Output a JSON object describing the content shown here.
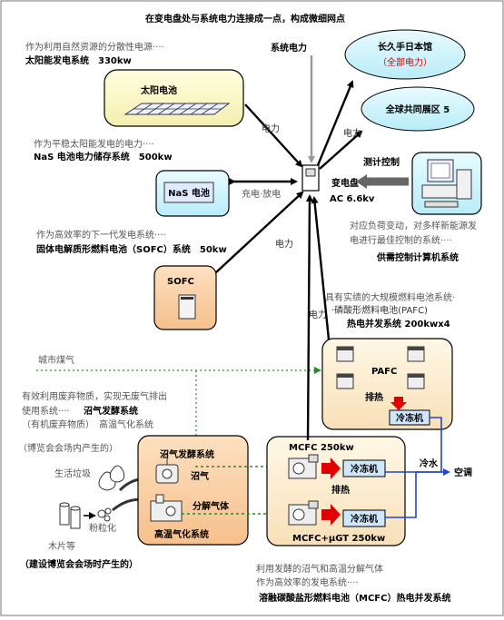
{
  "header": {
    "title": "在变电盘处与系统电力连接成一点，构成微细网点"
  },
  "solar": {
    "desc": "作为利用自然资源的分散性电源····",
    "name": "太阳能发电系统　330kw",
    "box_label": "太阳电池"
  },
  "nas": {
    "desc": "作为平稳太阳能发电的电力····",
    "name": "NaS 电池电力储存系统　500kw",
    "box_label": "NaS 电池",
    "arrow_label": "充电·放电"
  },
  "sofc": {
    "desc": "作为高效率的下一代发电系统····",
    "name": "固体电解质形燃料电池（SOFC）系统　50kw",
    "box_label": "SOFC"
  },
  "grid": {
    "label": "系统电力"
  },
  "power_labels": {
    "solar": "电力",
    "sofc": "电力",
    "pafc": "电力",
    "globe": "电力"
  },
  "substation": {
    "label": "变电盘",
    "voltage": "AC 6.6kv"
  },
  "nagakute": {
    "name": "长久手日本馆",
    "sub": "（全部电力）"
  },
  "globe": {
    "name": "全球共同展区 5"
  },
  "control": {
    "arrow_label": "测计控制",
    "desc_line1": "对应负荷变动，对多样新能源发",
    "desc_line2": "电进行最佳控制的系统····",
    "name": "供需控制计算机系统"
  },
  "pafc": {
    "desc_line1": "具有实绩的大规模燃料电池系统·",
    "desc_line2": "·磷酸形燃料电池(PAFC)",
    "desc_line3": "热电并发系统 200kwx4",
    "box_label": "PAFC",
    "heat": "排热",
    "chiller": "冷冻机"
  },
  "city_gas": {
    "label": "城市煤气"
  },
  "waste": {
    "desc_line1": "有效利用废弃物质，实现无废气排出",
    "desc_line2": "使用系统····",
    "desc_name": "沼气发酵系统",
    "desc_line3": "（有机废弃物质）　高温气化系统",
    "expo_waste": "（博览会会场内产生的）",
    "garbage": "生活垃圾",
    "wood": "木片等",
    "pellet": "粉粒化",
    "construction": "（建设博览会会场时产生的）",
    "methane_system": "沼气发酵系统",
    "methane_gas": "沼气",
    "decomp_gas": "分解气体",
    "gasify_system": "高温气化系统"
  },
  "mcfc": {
    "top_label": "MCFC 250kw",
    "bottom_label": "MCFC+μGT 250kw",
    "heat": "排热",
    "chiller1": "冷冻机",
    "chiller2": "冷冻机",
    "cold_water": "冷水",
    "ac": "空调",
    "desc_line1": "利用发酵的沼气和高温分解气体",
    "desc_line2": "作为高效率的发电系统····",
    "name": "溶融碳酸盐形燃料电池（MCFC）热电并发系统"
  }
}
